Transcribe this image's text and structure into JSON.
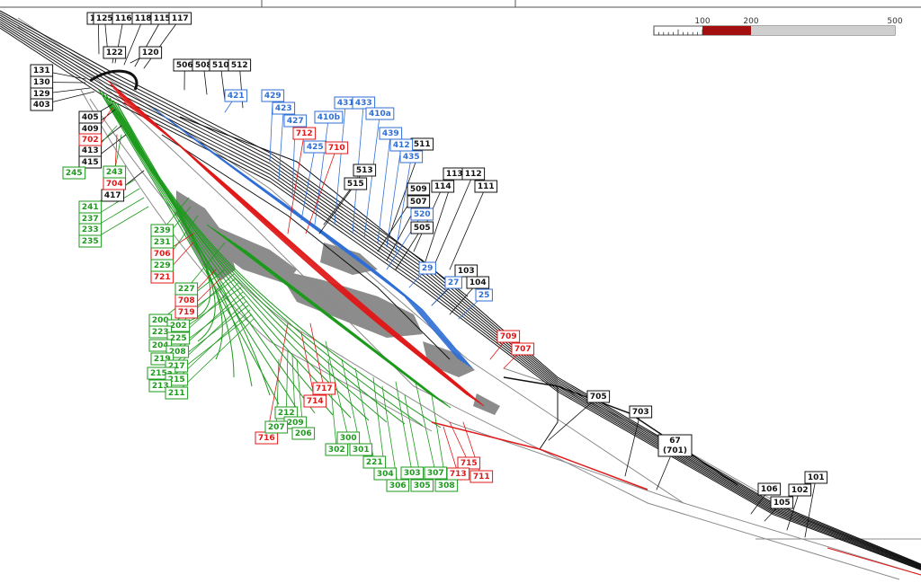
{
  "colors": {
    "background": "#ffffff",
    "black": "#111111",
    "grey": "#8a8a8a",
    "blue": "#2f6fd6",
    "red": "#e01818",
    "green": "#1e9a1e",
    "building": "#8c8c8c",
    "scale_red": "#a30f0f",
    "scale_grey": "#cfcfcf"
  },
  "scale_bar": {
    "labels": [
      "100",
      "200",
      "500"
    ]
  },
  "labels": {
    "black": [
      "127",
      "125",
      "116",
      "118",
      "115",
      "117",
      "122",
      "120",
      "131",
      "130",
      "129",
      "403",
      "405",
      "409",
      "413",
      "415",
      "417",
      "506",
      "508",
      "510",
      "512",
      "113",
      "112",
      "114",
      "111",
      "509",
      "507",
      "505",
      "513",
      "515",
      "511",
      "103",
      "104",
      "705",
      "703",
      "67\n(701)",
      "106",
      "105",
      "102",
      "101"
    ],
    "blue": [
      "421",
      "429",
      "423",
      "427",
      "425",
      "431",
      "433",
      "410b",
      "410a",
      "439",
      "412",
      "435",
      "520",
      "29",
      "27",
      "25"
    ],
    "red": [
      "702",
      "704",
      "706",
      "721",
      "708",
      "719",
      "712",
      "710",
      "717",
      "714",
      "716",
      "709",
      "707",
      "715",
      "713",
      "711"
    ],
    "green": [
      "245",
      "243",
      "241",
      "237",
      "233",
      "235",
      "239",
      "231",
      "229",
      "227",
      "200",
      "202",
      "223",
      "225",
      "204",
      "208",
      "219",
      "217",
      "215a",
      "215",
      "213",
      "211",
      "212",
      "209",
      "207",
      "206",
      "300",
      "302",
      "301",
      "221",
      "304",
      "303",
      "307",
      "306",
      "305",
      "308"
    ]
  }
}
